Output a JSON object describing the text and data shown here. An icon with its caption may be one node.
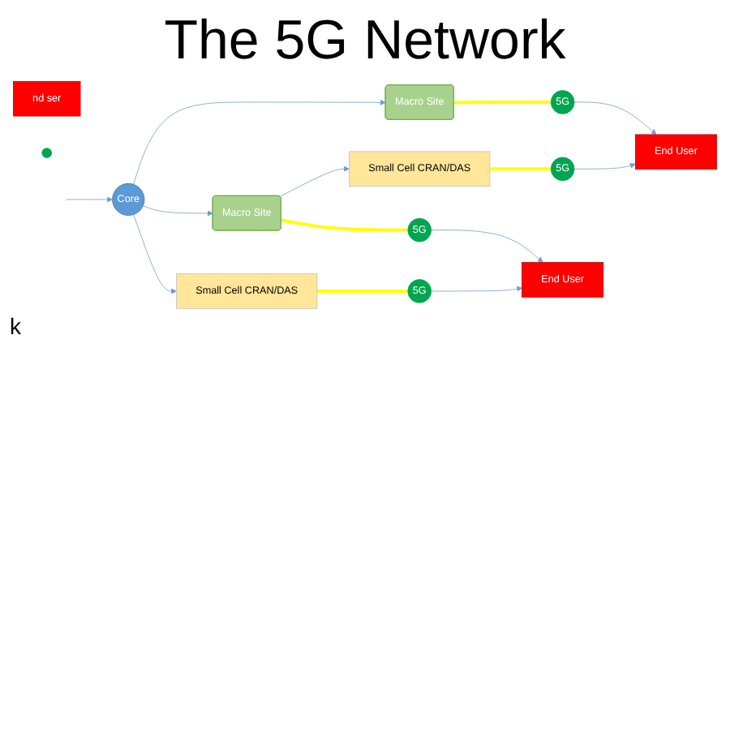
{
  "diagram": {
    "title": "The 5G Network",
    "nodes": [
      {
        "text": [
          "nd ser"
        ]
      },
      {
        "text": [
          "5G"
        ]
      },
      {
        "text": [
          "End User"
        ]
      },
      {
        "text": [
          "5G"
        ]
      },
      {
        "text": [],
        "shape": "circle"
      },
      {
        "text": [
          "Macro Site"
        ]
      },
      {
        "text": [
          "Small Cell CRAN/DAS"
        ]
      },
      {
        "text": [
          "Macro Site"
        ]
      },
      {
        "text": [
          "5G"
        ]
      },
      {
        "text": [
          "End User"
        ]
      },
      {
        "text": [
          "Core"
        ]
      },
      {
        "text": [
          "Small Cell CRAN/DAS"
        ]
      },
      {
        "text": [
          "5G"
        ]
      }
    ],
    "edges": [
      {
        "from": 1,
        "to": 2,
        "arrow": "to"
      },
      {
        "from": 3,
        "to": 2,
        "arrow": "to"
      },
      {
        "from": 5,
        "to": 1,
        "arrow": "none",
        "style": "thick",
        "color": "#ffff00"
      },
      {
        "from": 6,
        "to": 3,
        "arrow": "none",
        "style": "thick",
        "color": "#ffff00"
      },
      {
        "from": 10,
        "to": 5,
        "arrow": "to"
      },
      {
        "from": 7,
        "to": 6,
        "arrow": "to"
      },
      {
        "from": 7,
        "to": 8,
        "arrow": "none",
        "style": "thick",
        "color": "#ffff00"
      },
      {
        "from": 8,
        "to": 9,
        "arrow": "to"
      },
      {
        "from": 10,
        "to": 7,
        "arrow": "to"
      },
      {
        "from": 10,
        "to": 11,
        "arrow": "to"
      },
      {
        "from": 11,
        "to": 12,
        "arrow": "none",
        "style": "thick",
        "color": "#ffff00"
      },
      {
        "from": 12,
        "to": 9,
        "arrow": "to"
      },
      {
        "from": null,
        "to": 10,
        "arrow": "to"
      }
    ],
    "labels": [
      "k"
    ]
  }
}
